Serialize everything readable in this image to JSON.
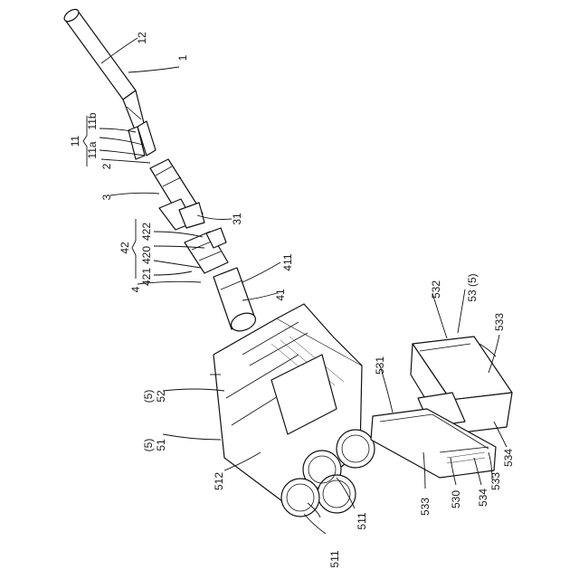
{
  "labels": {
    "l12": "12",
    "l1": "1",
    "l11": "11",
    "l11a": "11a",
    "l11b": "11b",
    "l2": "2",
    "l3": "3",
    "l31": "31",
    "l42": "42",
    "l420": "420",
    "l421": "421",
    "l422": "422",
    "l4": "4",
    "l411": "411",
    "l41": "41",
    "l532": "532",
    "l53_5": "53 (5)",
    "l533_top": "533",
    "l531": "531",
    "l5_52": "(5)",
    "l52": "52",
    "l5_51": "(5)",
    "l51": "51",
    "l512": "512",
    "l511_right": "511",
    "l511_left": "511",
    "l533_bl": "533",
    "l530": "530",
    "l534_b": "534",
    "l533_br": "533",
    "l534_r": "534"
  }
}
